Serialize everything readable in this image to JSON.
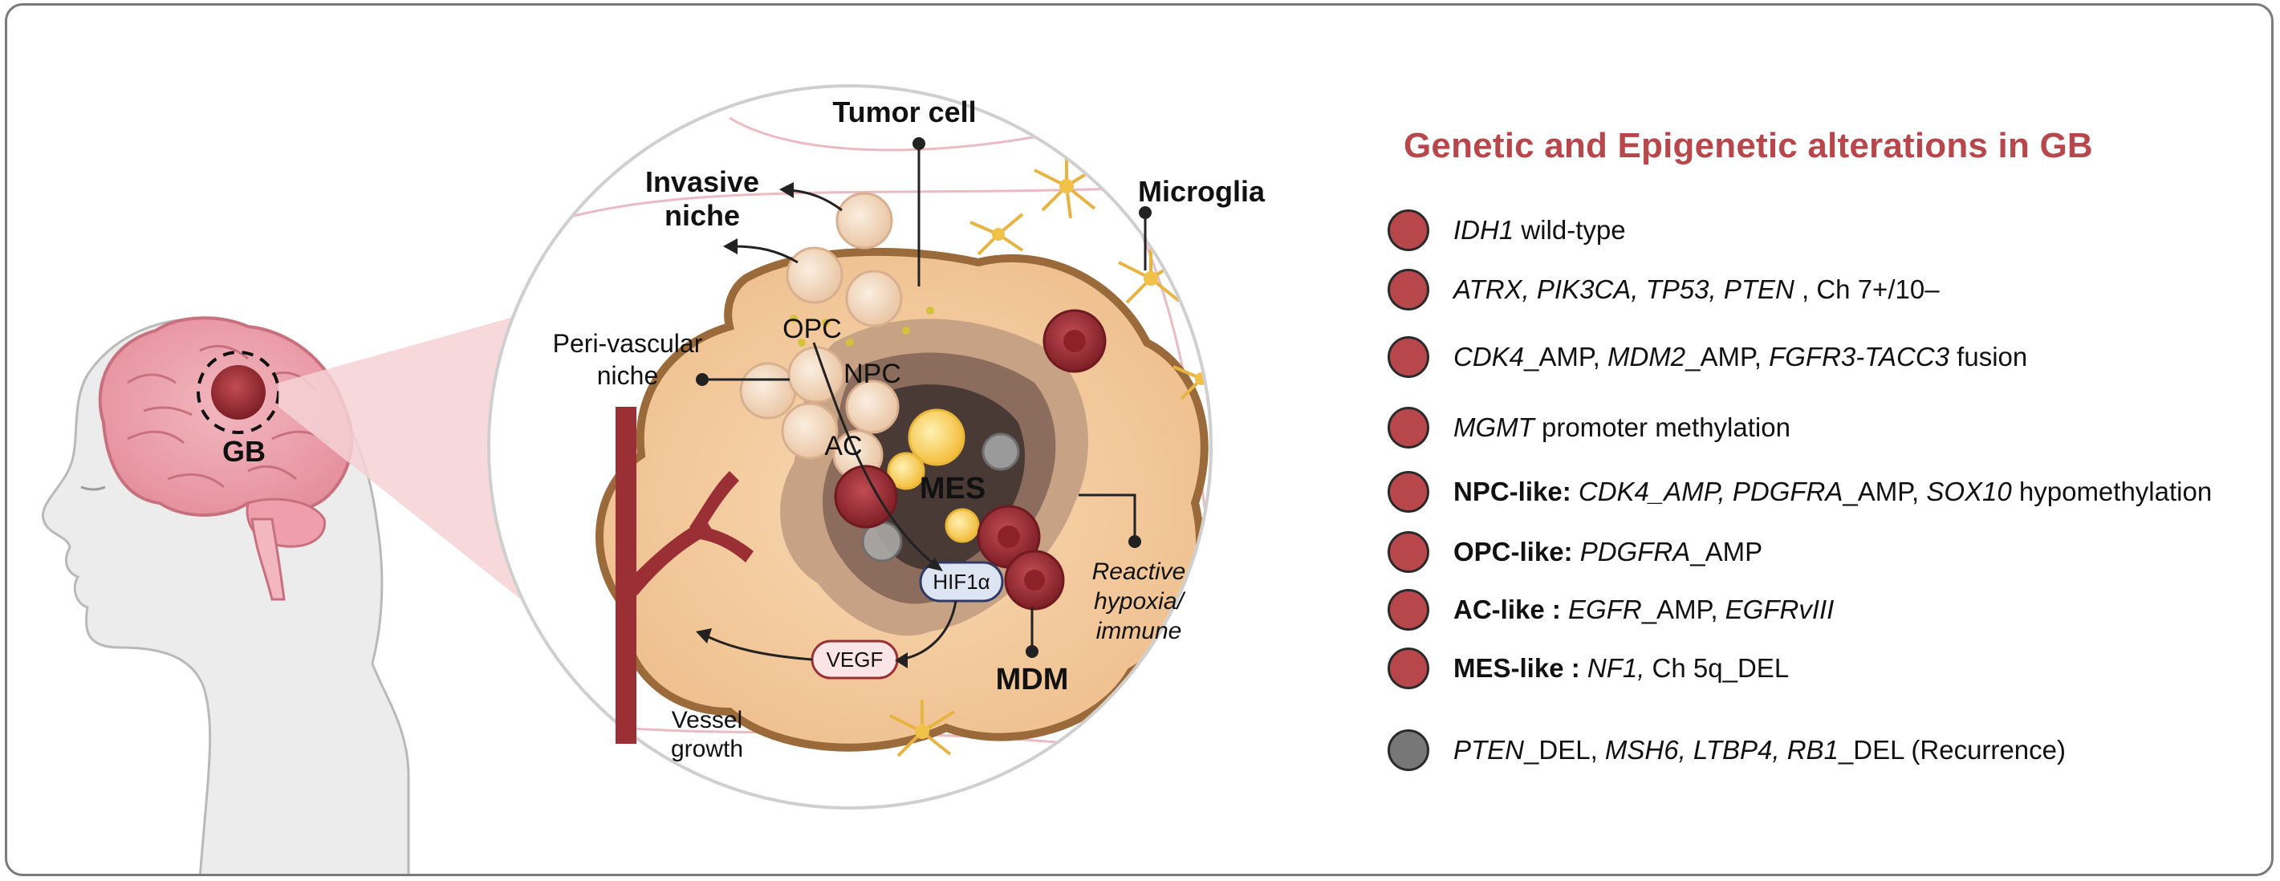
{
  "colors": {
    "alteration": "#b8474c",
    "recurrence": "#777777",
    "title": "#b8474c",
    "vessel": "#9a2f36",
    "tumor": "#f3cfa3"
  },
  "head": {
    "gb_label": "GB"
  },
  "labels": {
    "tumor_cell": "Tumor cell",
    "invasive_line1": "Invasive",
    "invasive_line2": "niche",
    "microglia": "Microglia",
    "perivascular_line1": "Peri-vascular",
    "perivascular_line2": "niche",
    "opc": "OPC",
    "npc": "NPC",
    "ac": "AC",
    "mes": "MES",
    "hif": "HIF1α",
    "vegf": "VEGF",
    "mdm": "MDM",
    "reactive_line1": "Reactive",
    "reactive_line2": "hypoxia/",
    "reactive_line3": "immune",
    "vessel_line1": "Vessel",
    "vessel_line2": "growth"
  },
  "legend": {
    "title": "Genetic and Epigenetic alterations in GB",
    "items": [
      {
        "parts": [
          {
            "t": "IDH1",
            "s": "i"
          },
          {
            "t": " wild-type",
            "s": "n"
          }
        ]
      },
      {
        "parts": [
          {
            "t": "ATRX, PIK3CA, TP53, PTEN",
            "s": "i"
          },
          {
            "t": " , Ch 7+/10–",
            "s": "n"
          }
        ]
      },
      {
        "parts": [
          {
            "t": "CDK4",
            "s": "i"
          },
          {
            "t": "_AMP, ",
            "s": "n"
          },
          {
            "t": "MDM2",
            "s": "i"
          },
          {
            "t": "_AMP, ",
            "s": "n"
          },
          {
            "t": "FGFR3-TACC3",
            "s": "i"
          },
          {
            "t": " fusion",
            "s": "n"
          }
        ]
      },
      {
        "parts": [
          {
            "t": "MGMT",
            "s": "i"
          },
          {
            "t": " promoter methylation",
            "s": "n"
          }
        ]
      },
      {
        "parts": [
          {
            "t": "NPC-like: ",
            "s": "b"
          },
          {
            "t": "CDK4_AMP,  PDGFRA",
            "s": "i"
          },
          {
            "t": "_AMP, ",
            "s": "n"
          },
          {
            "t": "SOX10",
            "s": "i"
          },
          {
            "t": "  hypomethylation",
            "s": "n"
          }
        ]
      },
      {
        "parts": [
          {
            "t": "OPC-like: ",
            "s": "b"
          },
          {
            "t": "PDGFRA",
            "s": "i"
          },
          {
            "t": "_AMP",
            "s": "n"
          }
        ]
      },
      {
        "parts": [
          {
            "t": "AC-like : ",
            "s": "b"
          },
          {
            "t": "EGFR",
            "s": "i"
          },
          {
            "t": "_AMP, ",
            "s": "n"
          },
          {
            "t": "EGFRvIII",
            "s": "i"
          }
        ]
      },
      {
        "parts": [
          {
            "t": "MES-like : ",
            "s": "b"
          },
          {
            "t": "NF1,",
            "s": "i"
          },
          {
            "t": " Ch 5q_DEL",
            "s": "n"
          }
        ]
      },
      {
        "parts": [
          {
            "t": "PTEN",
            "s": "i"
          },
          {
            "t": "_DEL, ",
            "s": "n"
          },
          {
            "t": "MSH6, LTBP4, RB1",
            "s": "i"
          },
          {
            "t": "_DEL (Recurrence)",
            "s": "n"
          }
        ],
        "recurrence": true
      }
    ]
  }
}
